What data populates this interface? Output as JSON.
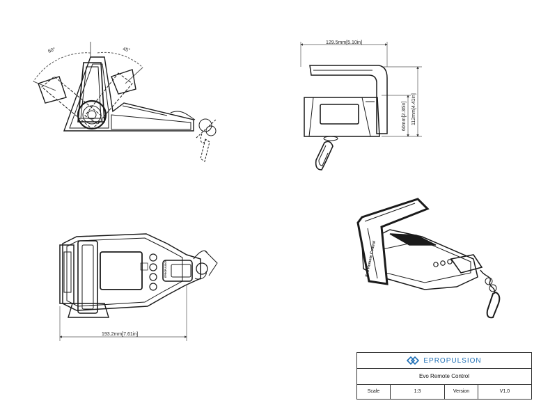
{
  "dimensions": {
    "top_width": "129.5mm[5.10in]",
    "height_total": "112mm[4.41in]",
    "height_body": "60mm[2.36in]",
    "bottom_width": "193.2mm[7.61in]"
  },
  "angles": {
    "left": "60°",
    "right": "45°"
  },
  "device": {
    "side_label": "Evo Remote Control",
    "screen_brand": "EPROPULSION"
  },
  "title_block": {
    "brand": "EPROPULSION",
    "title": "Evo Remote Control",
    "scale_label": "Scale",
    "scale_value": "1:3",
    "version_label": "Version",
    "version_value": "V1.0"
  },
  "colors": {
    "line": "#1a1a1a",
    "brand": "#1f6fb5",
    "dimension": "#444444"
  }
}
